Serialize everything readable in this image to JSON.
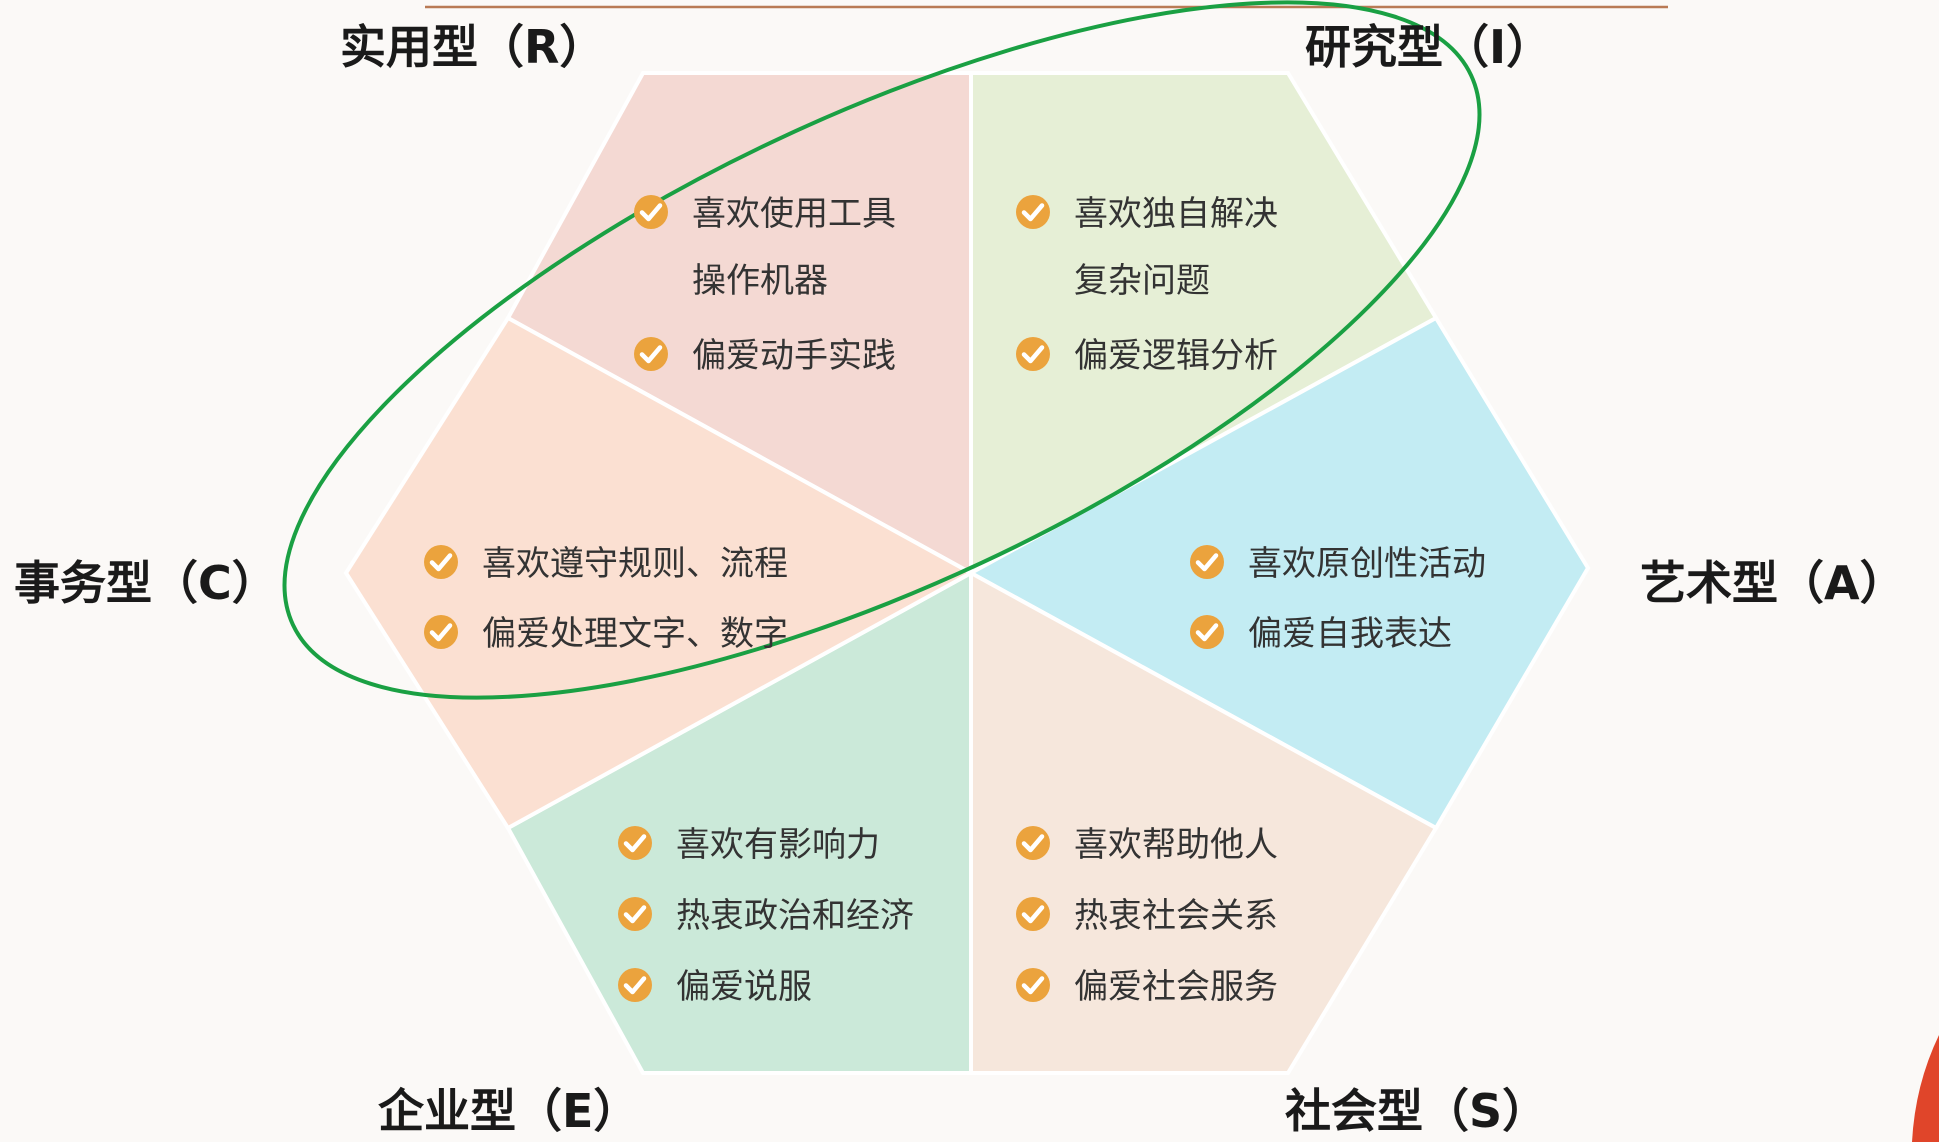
{
  "colors": {
    "background": "#fbf9f7",
    "top_rule": "#b97a55",
    "realistic": "#f4d9d3",
    "investigative": "#e6efd6",
    "artistic": "#c3ecf3",
    "social": "#f6e7dc",
    "enterprising": "#cbe9d9",
    "conventional": "#fbe0d2",
    "check": "#eba33d",
    "highlight_ellipse": "#1aa043",
    "corner_mark": "#e0452a"
  },
  "icons": {
    "bullet": "check-circle-icon"
  },
  "types": {
    "realistic": {
      "label": "实用型（R）",
      "items": [
        {
          "text": "喜欢使用工具",
          "cont": "操作机器"
        },
        {
          "text": "偏爱动手实践"
        }
      ]
    },
    "investigative": {
      "label": "研究型（I）",
      "items": [
        {
          "text": "喜欢独自解决",
          "cont": "复杂问题"
        },
        {
          "text": "偏爱逻辑分析"
        }
      ]
    },
    "artistic": {
      "label": "艺术型（A）",
      "items": [
        {
          "text": "喜欢原创性活动"
        },
        {
          "text": "偏爱自我表达"
        }
      ]
    },
    "social": {
      "label": "社会型（S）",
      "items": [
        {
          "text": "喜欢帮助他人"
        },
        {
          "text": "热衷社会关系"
        },
        {
          "text": "偏爱社会服务"
        }
      ]
    },
    "enterprising": {
      "label": "企业型（E）",
      "items": [
        {
          "text": "喜欢有影响力"
        },
        {
          "text": "热衷政治和经济"
        },
        {
          "text": "偏爱说服"
        }
      ]
    },
    "conventional": {
      "label": "事务型（C）",
      "items": [
        {
          "text": "喜欢遵守规则、流程"
        },
        {
          "text": "偏爱处理文字、数字"
        }
      ]
    }
  }
}
